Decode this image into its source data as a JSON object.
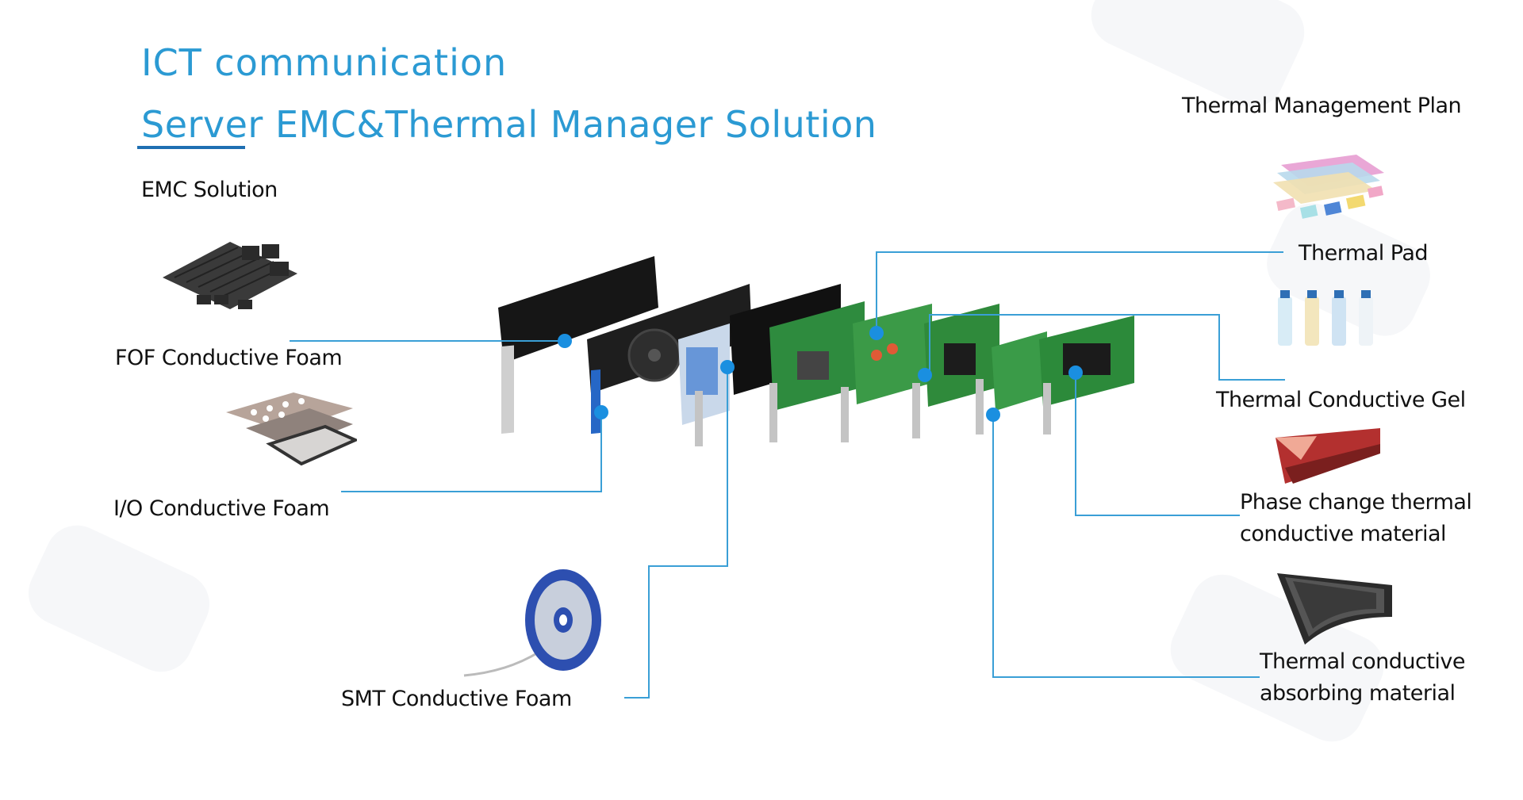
{
  "title": {
    "line1": "ICT communication",
    "line2": "Server EMC&Thermal Manager Solution"
  },
  "left_section": {
    "heading": "EMC Solution",
    "items": [
      {
        "label": "FOF Conductive Foam"
      },
      {
        "label": "I/O Conductive Foam"
      },
      {
        "label": "SMT Conductive Foam"
      }
    ]
  },
  "right_section": {
    "heading": "Thermal Management Plan",
    "items": [
      {
        "label": "Thermal Pad"
      },
      {
        "label": "Thermal Conductive Gel"
      },
      {
        "label_line1": "Phase change thermal",
        "label_line2": "conductive material"
      },
      {
        "label_line1": "Thermal conductive",
        "label_line2": "absorbing material"
      }
    ]
  },
  "colors": {
    "title": "#2b9ad3",
    "connector": "#3a9fd6",
    "dot": "#1a8fe0",
    "text": "#111111"
  }
}
